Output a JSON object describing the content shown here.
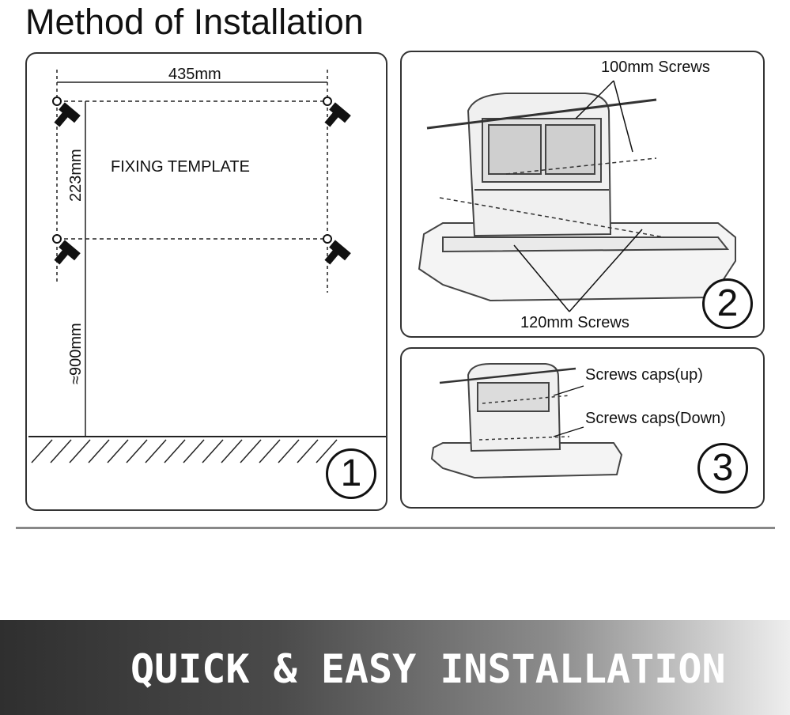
{
  "title": "Method of Installation",
  "panel1": {
    "width_label": "435mm",
    "height_label": "223mm",
    "floor_label": "≈900mm",
    "template_label": "FIXING TEMPLATE",
    "step_number": "1"
  },
  "panel2": {
    "top_screws_label": "100mm Screws",
    "bottom_screws_label": "120mm Screws",
    "step_number": "2"
  },
  "panel3": {
    "caps_up_label": "Screws caps(up)",
    "caps_down_label": "Screws caps(Down)",
    "step_number": "3"
  },
  "banner": {
    "text": "QUICK & EASY INSTALLATION"
  },
  "colors": {
    "banner_dark": "#2f2f2f",
    "banner_light": "#eeeeee",
    "line": "#333333"
  }
}
